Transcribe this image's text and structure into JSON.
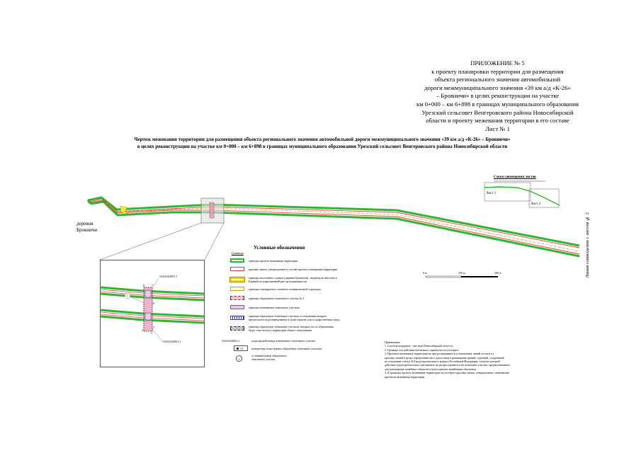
{
  "appendix": {
    "lines": [
      "ПРИЛОЖЕНИЕ № 5",
      "к проекту планировки  территории  для размещения",
      "объекта  регионального значения автомобильной",
      "дороги межмуниципального значения «39 км а/д «К-26»",
      "– Бровничи» в целях реконструкции на участке",
      "км 0+000 – км 6+898 в границах муниципального образования",
      "Урезский сельсовет Венгеровского района Новосибирской",
      "области и проекту межевания территории в его составе",
      "Лист № 1"
    ]
  },
  "title": {
    "lines": [
      "Чертеж межевания территории для размещения объекта регионального значения автомобильной дороги межмуниципального значения «39 км а/д «К-26» – Бровничи»",
      "в целях реконструкции на участке км 0+000 – км 6+898 в границах муниципального образования Урезский сельсовет Венгеровского района Новосибирской области"
    ]
  },
  "scheme": {
    "title": "Схема совмещения листов",
    "sheet1": "Лист 1",
    "sheet2": "Лист 2"
  },
  "village": {
    "line1": "деревня",
    "line2": "Бровничи"
  },
  "match_line": "Линия совмещения с листом № 2",
  "scale": {
    "zero": "0 м",
    "mid": "100 м",
    "end": "200 м"
  },
  "inset": {
    "parcel_top": "54:04:024001:1",
    "parcel_bottom": "54:04:024001:1",
    "circle_label": "1",
    "pt_8": "8",
    "pt_7": "7",
    "pt_6": "6",
    "pt_5": "5",
    "pt_4": "4",
    "pt_3": "3"
  },
  "legend": {
    "title": "Условные обозначения",
    "group": "Границы",
    "items": [
      {
        "line1": "границы проекта межевания территории",
        "line2": ""
      },
      {
        "line1": "красные линии, утвержденные в составе проекта планировки территории",
        "line2": ""
      },
      {
        "line1": "границы населенного пункта (деревня Бровничи), сведения не внесены в",
        "line2": "Единый государственный реестр недвижимости"
      },
      {
        "line1": "границы планируемого элемента планировочной структуры",
        "line2": ""
      },
      {
        "line1": "границы образуемого земельного участка № 1",
        "line2": ""
      },
      {
        "line1": "границы изменяемых земельных участков",
        "line2": ""
      },
      {
        "line1": "границы образуемых земельных участков, в отношении которых",
        "line2": "предполагается резервирование и (или) изъятие для государственных нужд"
      },
      {
        "line1": "границы образуемых земельных участков, которые после образования",
        "line2": "будут относиться к территории общего пользования"
      }
    ],
    "cad_sample": "54:04:024001:1",
    "cad_text": "кадастровый номер изменяемого земельного участка",
    "point_sample": "12",
    "point_text": "поворотная точка границ образуемых земельных участков",
    "num_sample": "1",
    "num_text1": "условный номер образуемого",
    "num_text2": "земельного участка"
  },
  "notes": {
    "heading": "Примечания:",
    "lines": [
      "1. Система координат - местная Новосибирской области.",
      "2. Границы зон действия публичных сервитутов отсутствуют.",
      "3. Проектом межевания территории не предусматривается установление линий отступа от",
      "красных линий в целях определения мест допустимого размещения зданий, строений, сооружений",
      "по основанию статьи 36 Градостроительного кодекса Российской Федерации, согласно которой",
      "действие градостроительного регламента не распространяется на земельные участки, предназначенные",
      "для размещения линейных объектов и (или) занятые линейными объектами.",
      "4. В границах проекта межевания территории отсутствуют красные линии, утвержденные, изменяемые",
      "проектом межевания территории."
    ]
  },
  "colors": {
    "boundary_green": "#2fb52f",
    "red_line": "#e23b3b",
    "settlement_yellow": "#f0d020",
    "parcel_pink": "#e98bb0",
    "reserve_blue": "#3a3ab0"
  }
}
